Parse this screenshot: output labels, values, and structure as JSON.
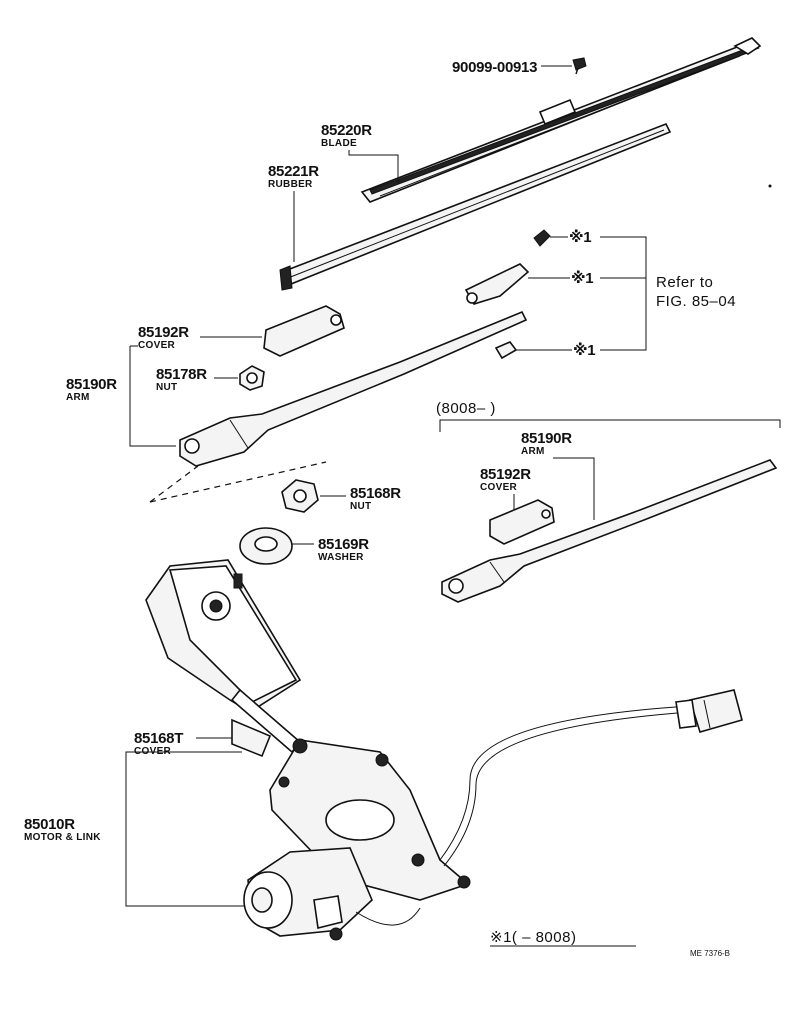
{
  "parts": {
    "bolt_top": {
      "number": "90099-00913"
    },
    "blade": {
      "number": "85220R",
      "name": "BLADE"
    },
    "rubber": {
      "number": "85221R",
      "name": "RUBBER"
    },
    "cover_main": {
      "number": "85192R",
      "name": "COVER"
    },
    "nut_178": {
      "number": "85178R",
      "name": "NUT"
    },
    "arm_main": {
      "number": "85190R",
      "name": "ARM"
    },
    "nut_168": {
      "number": "85168R",
      "name": "NUT"
    },
    "washer": {
      "number": "85169R",
      "name": "WASHER"
    },
    "arm_alt": {
      "number": "85190R",
      "name": "ARM"
    },
    "cover_alt": {
      "number": "85192R",
      "name": "COVER"
    },
    "cover_motor": {
      "number": "85168T",
      "name": "COVER"
    },
    "motor": {
      "number": "85010R",
      "name": "MOTOR & LINK"
    }
  },
  "refer": {
    "mark": "※1",
    "line1": "Refer to",
    "line2": "FIG. 85–04"
  },
  "alt_range": "(8008–       )",
  "footnote": "※1(      – 8008)",
  "drawing_code": "ME 7376-B"
}
